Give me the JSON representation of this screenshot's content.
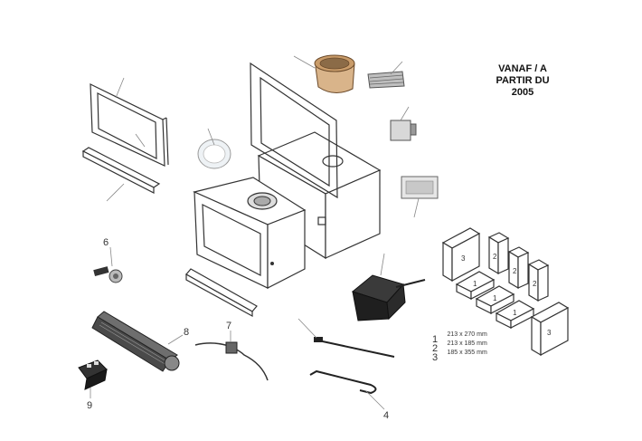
{
  "title": {
    "line1": "VANAF / A",
    "line2": "PARTIR DU",
    "line3": "2005"
  },
  "part_numbers": {
    "p4": "4",
    "p6": "6",
    "p7": "7",
    "p8": "8",
    "p9": "9"
  },
  "brick_labels": {
    "a": "3",
    "b": "2",
    "c": "2",
    "d": "2",
    "e": "1",
    "f": "1",
    "g": "1",
    "h": "3"
  },
  "legend": [
    {
      "num": "1",
      "dims": "213 x 270 mm"
    },
    {
      "num": "2",
      "dims": "213 x 185 mm"
    },
    {
      "num": "3",
      "dims": "185 x 355 mm"
    }
  ]
}
